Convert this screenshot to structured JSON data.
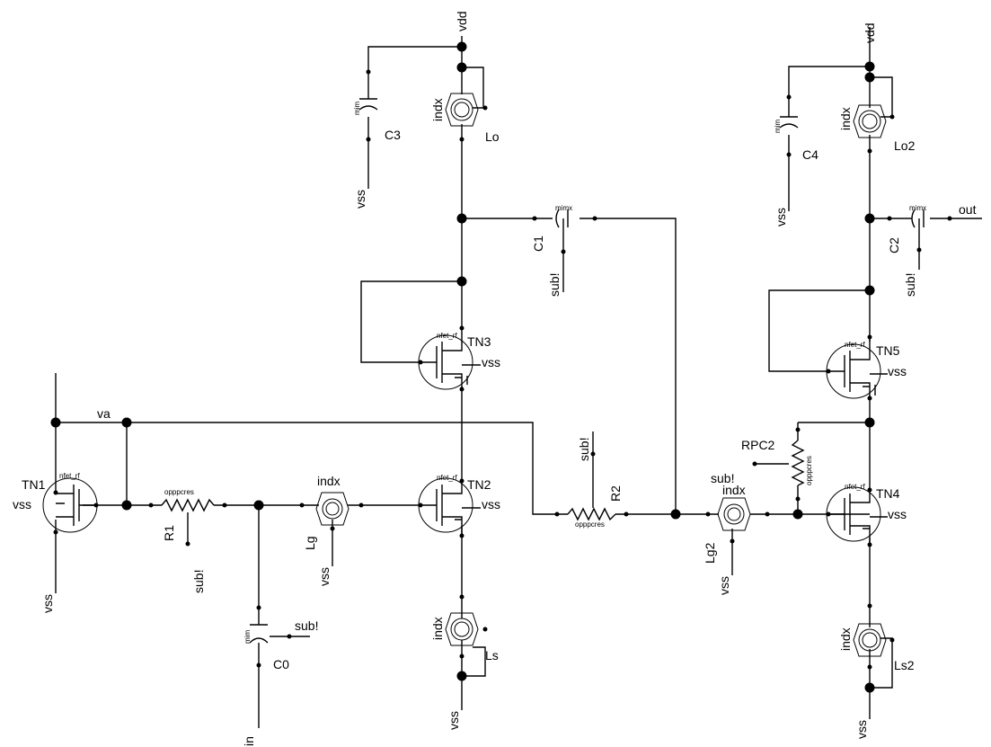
{
  "nets": {
    "vdd_left": "vdd",
    "vdd_right": "vdd",
    "va": "va",
    "out": "out",
    "in": "in"
  },
  "ground_labels": {
    "vss": "vss",
    "sub": "sub!"
  },
  "components": {
    "TN1": {
      "name": "TN1",
      "model": "nfet_rf"
    },
    "TN2": {
      "name": "TN2",
      "model": "nfet_rf"
    },
    "TN3": {
      "name": "TN3",
      "model": "nfet_rf"
    },
    "TN4": {
      "name": "TN4",
      "model": "nfet_rf"
    },
    "TN5": {
      "name": "TN5",
      "model": "nfet_rf"
    },
    "R1": {
      "name": "R1",
      "model": "opppcres"
    },
    "R2": {
      "name": "R2",
      "model": "opppcres"
    },
    "RPC2": {
      "name": "RPC2",
      "model": "opppcres"
    },
    "C0": {
      "name": "C0",
      "model": "mim"
    },
    "C1": {
      "name": "C1",
      "model": "mimx"
    },
    "C2": {
      "name": "C2",
      "model": "mimx"
    },
    "C3": {
      "name": "C3",
      "model": "mim"
    },
    "C4": {
      "name": "C4",
      "model": "mim"
    },
    "Lo": {
      "name": "Lo",
      "model": "indx"
    },
    "Lo2": {
      "name": "Lo2",
      "model": "indx"
    },
    "Lg": {
      "name": "Lg",
      "model": "indx"
    },
    "Lg2": {
      "name": "Lg2",
      "model": "indx"
    },
    "Ls": {
      "name": "Ls",
      "model": "indx"
    },
    "Ls2": {
      "name": "Ls2",
      "model": "indx"
    }
  }
}
